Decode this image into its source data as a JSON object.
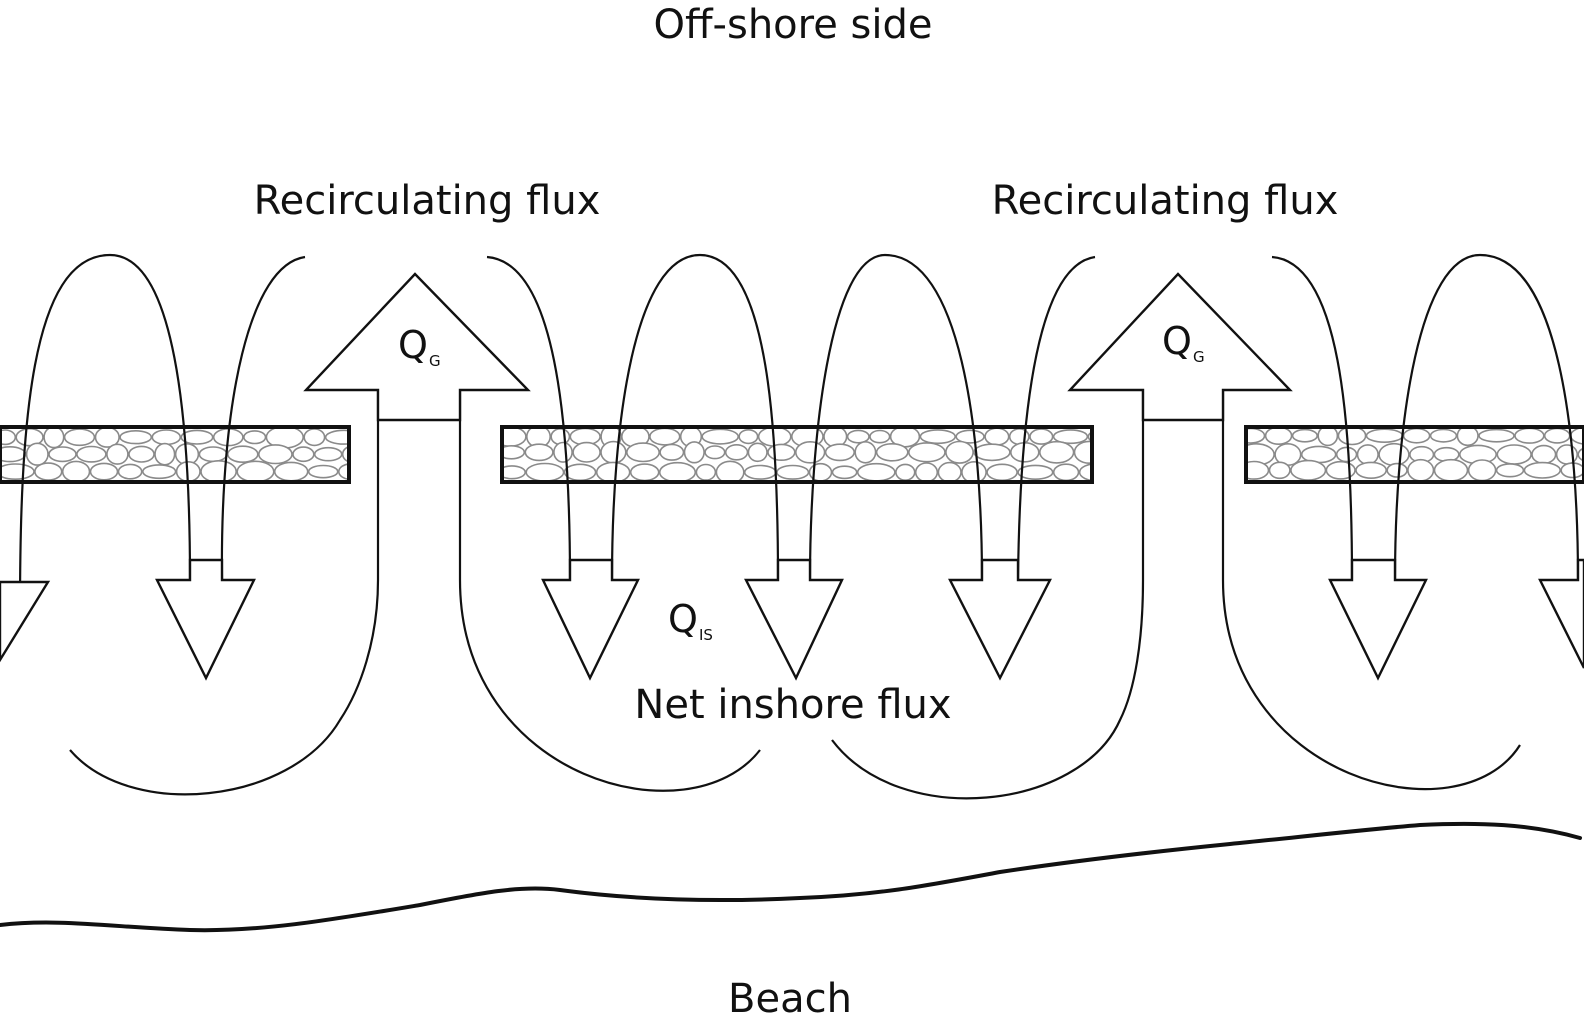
{
  "labels": {
    "offshore": "Off-shore side",
    "recirc_left": "Recirculating flux",
    "recirc_right": "Recirculating flux",
    "net_inshore": "Net inshore flux",
    "beach": "Beach"
  },
  "symbols": {
    "qg_left": {
      "main": "Q",
      "sub": "G"
    },
    "qg_right": {
      "main": "Q",
      "sub": "G"
    },
    "qis": {
      "main": "Q",
      "sub": "IS"
    }
  },
  "colors": {
    "line": "#111111",
    "background": "#ffffff",
    "stone_fill": "#ffffff",
    "stone_outline": "#8a8a8a"
  }
}
